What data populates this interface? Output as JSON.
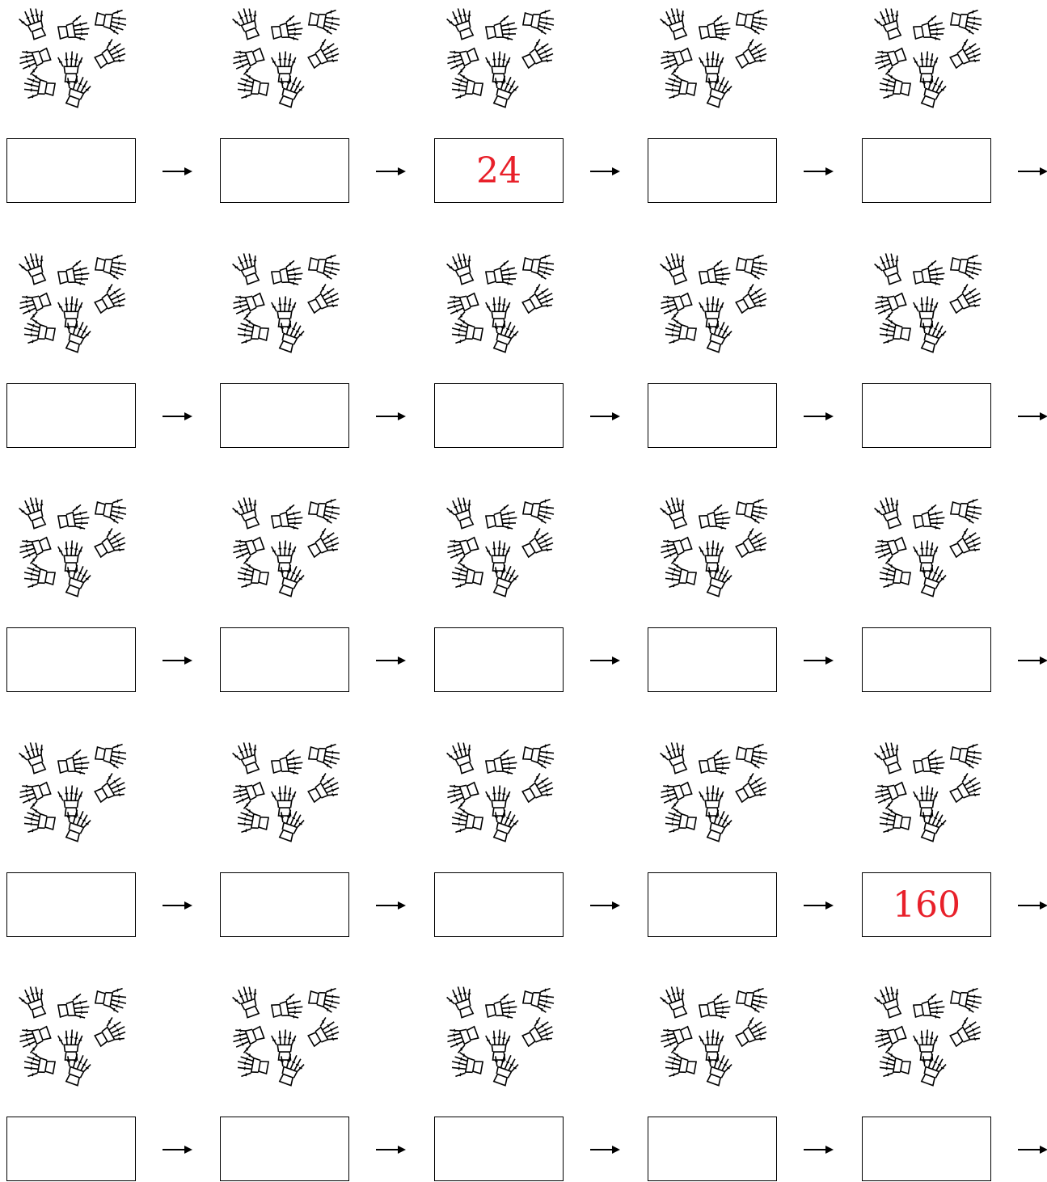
{
  "colors": {
    "ink": "#000000",
    "given_value": "#e8202a"
  },
  "icons": {
    "group_picture": "skeleton-hand-icon",
    "connector": "right-arrow-icon"
  },
  "hands_per_group": 8,
  "rows": [
    {
      "boxes": [
        "",
        "",
        "24",
        "",
        ""
      ]
    },
    {
      "boxes": [
        "",
        "",
        "",
        "",
        ""
      ]
    },
    {
      "boxes": [
        "",
        "",
        "",
        "",
        ""
      ]
    },
    {
      "boxes": [
        "",
        "",
        "",
        "",
        "160"
      ]
    },
    {
      "boxes": [
        "",
        "",
        "",
        "",
        ""
      ]
    }
  ]
}
